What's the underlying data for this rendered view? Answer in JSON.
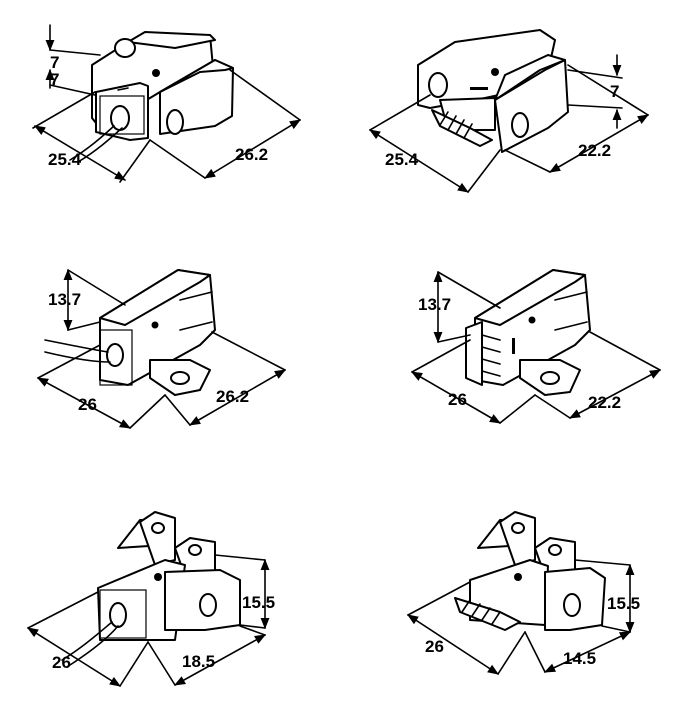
{
  "views": [
    {
      "id": "cable-ushape-short",
      "connector": "cable",
      "dims": [
        "7",
        "7",
        "25.4",
        "26.2"
      ]
    },
    {
      "id": "pin-ushape-short",
      "connector": "pins",
      "dims": [
        "7",
        "25.4",
        "22.2"
      ]
    },
    {
      "id": "cable-ushape-tall",
      "connector": "cable",
      "dims": [
        "13.7",
        "26",
        "26.2"
      ]
    },
    {
      "id": "pin-ushape-tall",
      "connector": "pins",
      "dims": [
        "13.7",
        "26",
        "22.2"
      ]
    },
    {
      "id": "cable-tower",
      "connector": "cable",
      "dims": [
        "15.5",
        "26",
        "18.5"
      ]
    },
    {
      "id": "pin-tower",
      "connector": "pins",
      "dims": [
        "15.5",
        "26",
        "14.5"
      ]
    }
  ]
}
